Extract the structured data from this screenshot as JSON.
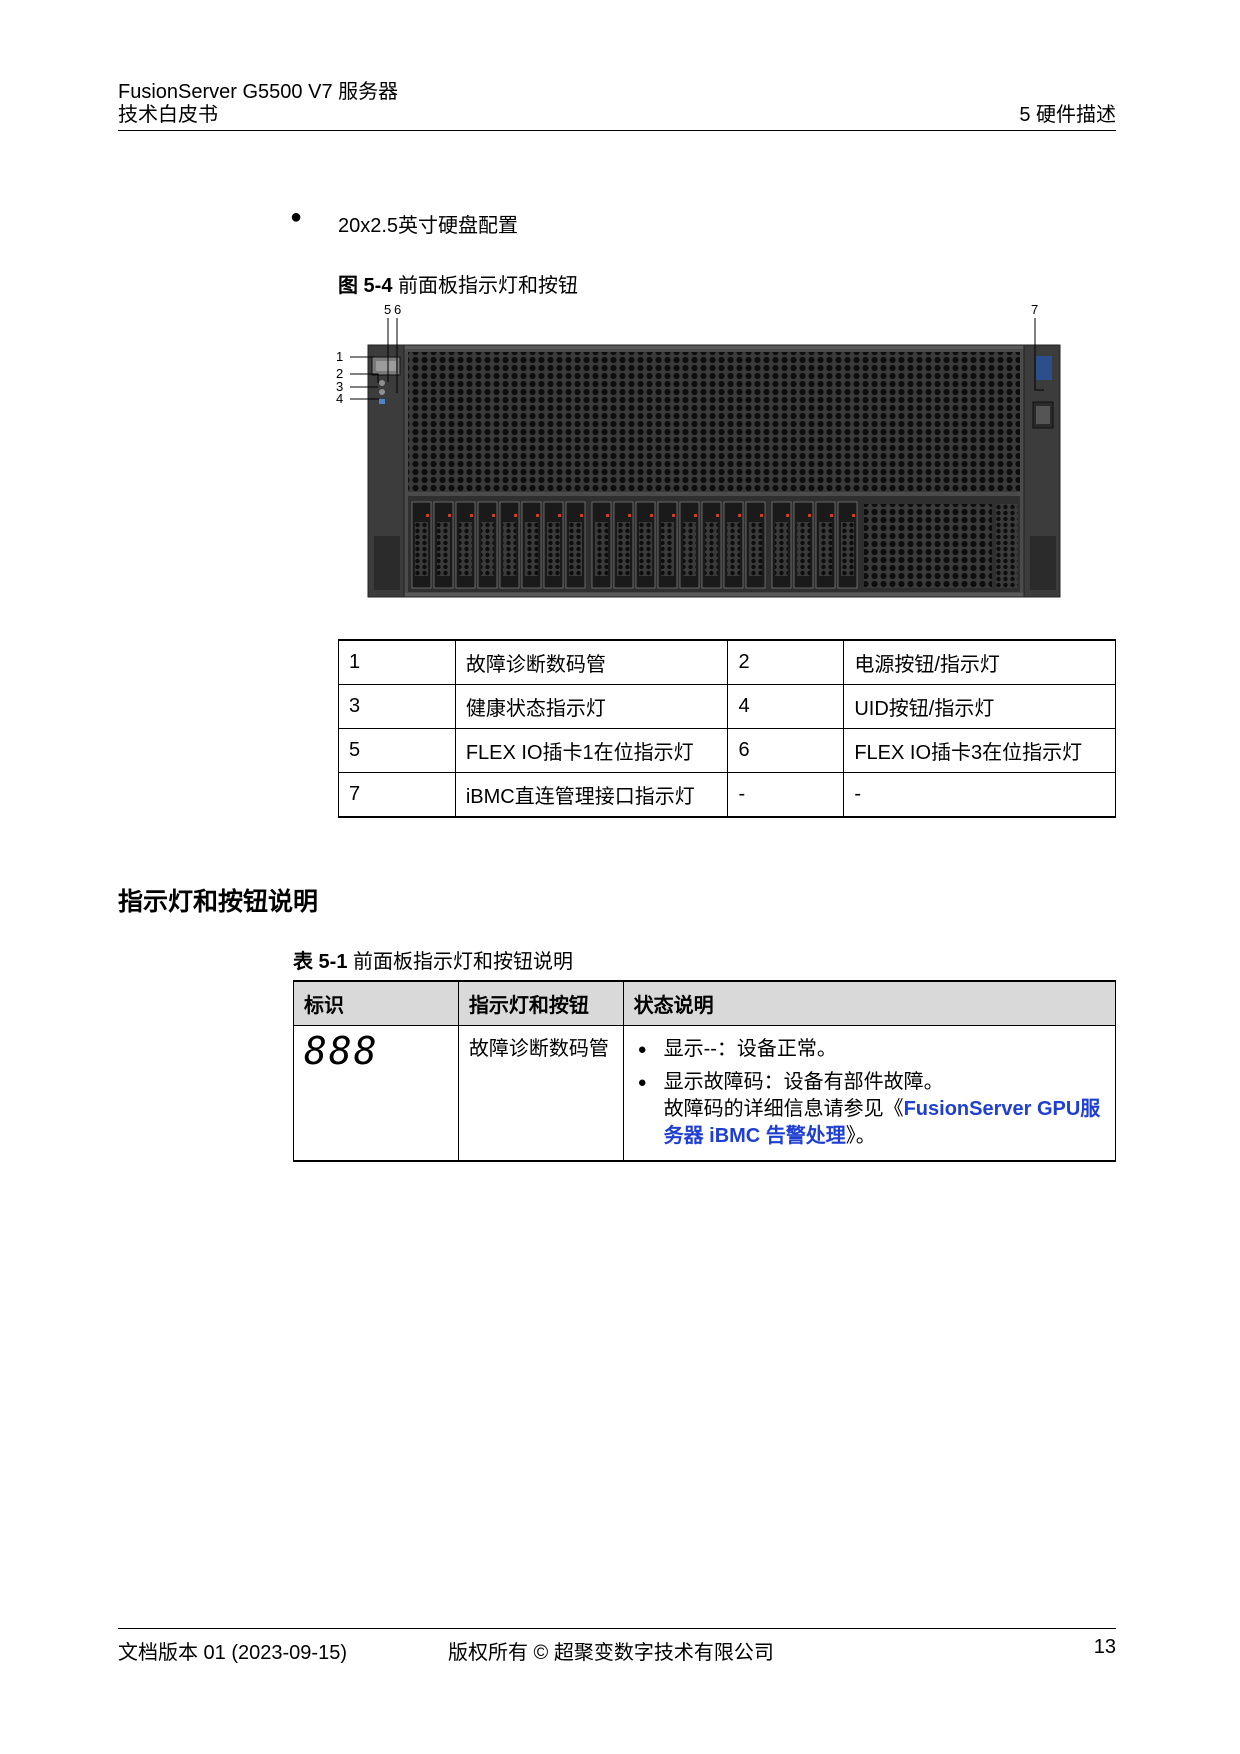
{
  "header": {
    "product": "FusionServer G5500 V7 服务器",
    "doc_type": "技术白皮书",
    "chapter": "5 硬件描述"
  },
  "body": {
    "bullet_text": "20x2.5英寸硬盘配置",
    "figure": {
      "label": "图 5-4",
      "title": "前面板指示灯和按钮",
      "callouts": [
        "1",
        "2",
        "3",
        "4",
        "5",
        "6",
        "7"
      ]
    },
    "legend_rows": [
      [
        "1",
        "故障诊断数码管",
        "2",
        "电源按钮/指示灯"
      ],
      [
        "3",
        "健康状态指示灯",
        "4",
        "UID按钮/指示灯"
      ],
      [
        "5",
        "FLEX IO插卡1在位指示灯",
        "6",
        "FLEX IO插卡3在位指示灯"
      ],
      [
        "7",
        "iBMC直连管理接口指示灯",
        "-",
        "-"
      ]
    ],
    "section_title": "指示灯和按钮说明",
    "table": {
      "label": "表 5-1",
      "title": "前面板指示灯和按钮说明",
      "headers": [
        "标识",
        "指示灯和按钮",
        "状态说明"
      ],
      "row": {
        "icon": "888",
        "name": "故障诊断数码管",
        "status_1": "显示--：设备正常。",
        "status_2": "显示故障码：设备有部件故障。",
        "status_2_text": "故障码的详细信息请参见《",
        "status_2_link": "FusionServer GPU服务器 iBMC 告警处理",
        "status_2_end": "》。"
      }
    }
  },
  "footer": {
    "version": "文档版本 01 (2023-09-15)",
    "copyright": "版权所有 © 超聚变数字技术有限公司",
    "page": "13"
  },
  "colors": {
    "link": "#1f3fd2",
    "header_fill": "#d9d9d9"
  }
}
